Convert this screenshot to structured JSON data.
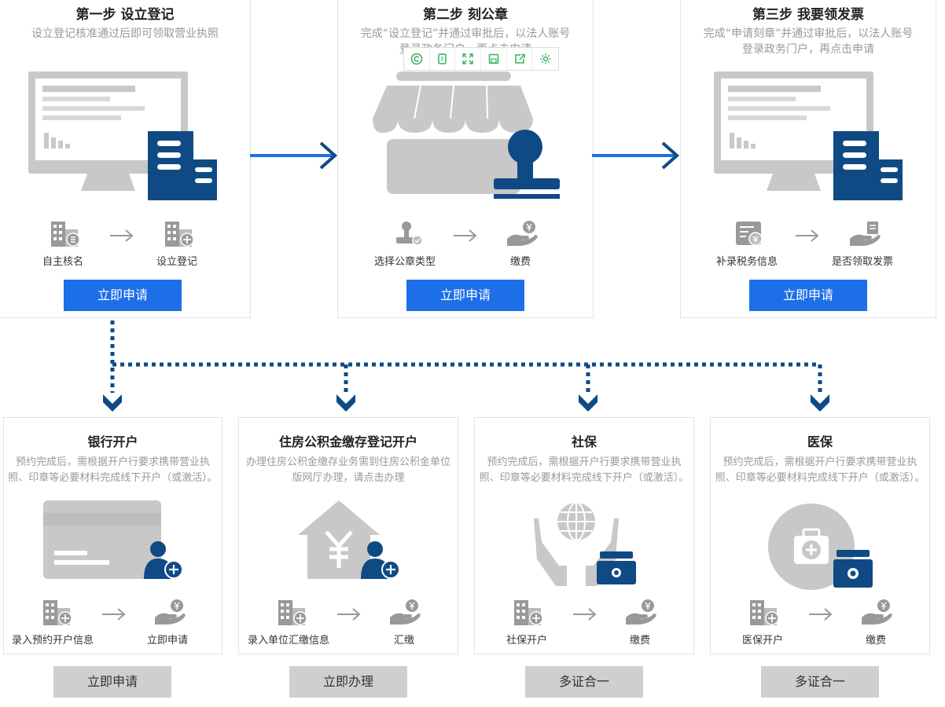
{
  "steps": [
    {
      "title": "第一步 设立登记",
      "desc": "设立登记核准通过后即可领取营业执照",
      "flow": [
        "自主核名",
        "设立登记"
      ],
      "button": "立即申请"
    },
    {
      "title": "第二步 刻公章",
      "desc": "完成“设立登记”并通过审批后，以法人账号登录政务门户，再点击申请",
      "flow": [
        "选择公章类型",
        "缴费"
      ],
      "button": "立即申请"
    },
    {
      "title": "第三步 我要领发票",
      "desc": "完成“申请刻章”并通过审批后，以法人账号登录政务门户，再点击申请",
      "flow": [
        "补录税务信息",
        "是否领取发票"
      ],
      "button": "立即申请"
    }
  ],
  "services": [
    {
      "title": "银行开户",
      "desc": "预约完成后，需根据开户行要求携带营业执照、印章等必要材料完成线下开户（或激活）。",
      "flow": [
        "录入预约开户信息",
        "立即申请"
      ],
      "button": "立即申请"
    },
    {
      "title": "住房公积金缴存登记开户",
      "desc": "办理住房公积金缴存业务需到住房公积金单位版网厅办理，请点击办理",
      "flow": [
        "录入单位汇缴信息",
        "汇缴"
      ],
      "button": "立即办理"
    },
    {
      "title": "社保",
      "desc": "预约完成后，需根据开户行要求携带营业执照、印章等必要材料完成线下开户（或激活）。",
      "flow": [
        "社保开户",
        "缴费"
      ],
      "button": "多证合一"
    },
    {
      "title": "医保",
      "desc": "预约完成后，需根据开户行要求携带营业执照、印章等必要材料完成线下开户（或激活）。",
      "flow": [
        "医保开户",
        "缴费"
      ],
      "button": "多证合一"
    }
  ],
  "colors": {
    "primary_blue": "#1d6fe8",
    "dark_navy": "#0f4a85",
    "illustration_gray": "#c8c8c8",
    "icon_gray": "#999999",
    "button_gray": "#cfcfcf",
    "toolbar_green": "#2fb35a"
  },
  "toolbar_icons": [
    "copyright-icon",
    "copy-icon",
    "expand-icon",
    "save-icon",
    "share-icon",
    "settings-icon"
  ]
}
